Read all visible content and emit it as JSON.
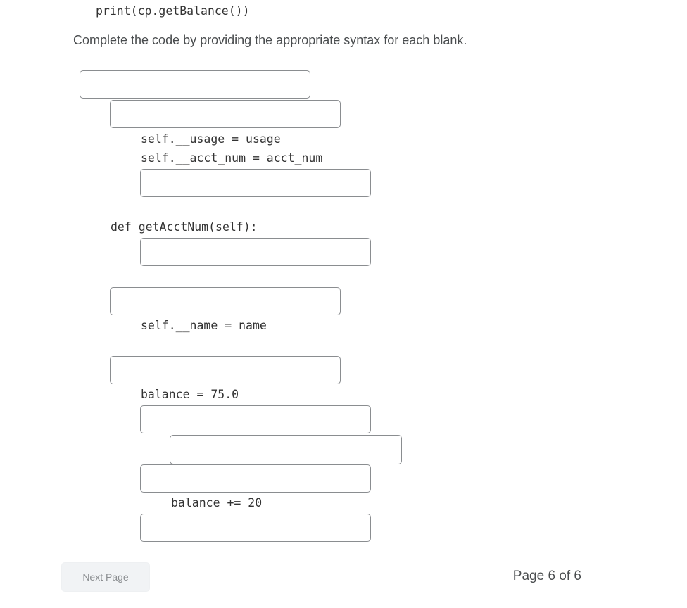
{
  "code_lines": {
    "cut_line": "print(cp.getBalance())",
    "print_balance": "print(cp.getBalance())",
    "usage_assign": "self.__usage = usage",
    "acct_num_assign": "self.__acct_num = acct_num",
    "get_acct_num_def": "def getAcctNum(self):",
    "name_assign": "self.__name = name",
    "balance_init": "balance = 75.0",
    "balance_increment": "balance += 20"
  },
  "instructions": "Complete the code by providing the appropriate syntax for each blank.",
  "blanks": [
    "",
    "",
    "",
    "",
    "",
    "",
    "",
    "",
    "",
    ""
  ],
  "footer": {
    "next_page_label": "Next Page",
    "page_indicator": "Page 6 of 6"
  }
}
